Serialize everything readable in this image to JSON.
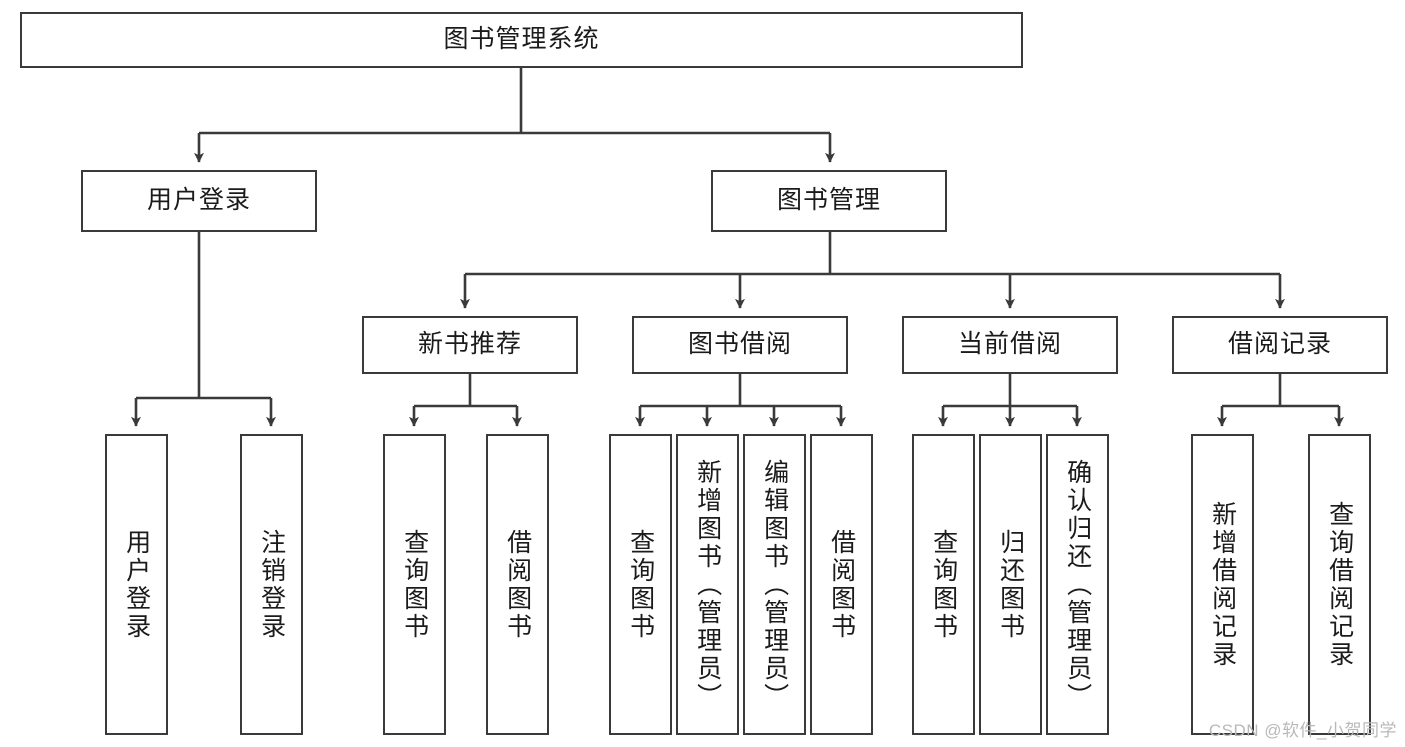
{
  "diagram": {
    "title": "图书管理系统",
    "watermark": "CSDN @软件_小贺同学",
    "colors": {
      "box_border": "#3a3a3a",
      "box_fill": "#ffffff",
      "edge": "#3a3a3a",
      "text": "#1b1b1b",
      "watermark": "#b9b9b9"
    },
    "nodes": {
      "root": "图书管理系统",
      "level2": {
        "user_login": "用户登录",
        "book_manage": "图书管理"
      },
      "level3": {
        "new_book_rec": "新书推荐",
        "book_borrow": "图书借阅",
        "current_borrow": "当前借阅",
        "borrow_record": "借阅记录"
      },
      "leaves": {
        "user_login_1": "用户登录",
        "user_login_2": "注销登录",
        "new_book_rec_1": "查询图书",
        "new_book_rec_2": "借阅图书",
        "book_borrow_1": "查询图书",
        "book_borrow_2": "新增图书（管理员）",
        "book_borrow_3": "编辑图书（管理员）",
        "book_borrow_4": "借阅图书",
        "current_borrow_1": "查询图书",
        "current_borrow_2": "归还图书",
        "current_borrow_3": "确认归还（管理员）",
        "borrow_record_1": "新增借阅记录",
        "borrow_record_2": "查询借阅记录"
      }
    }
  }
}
